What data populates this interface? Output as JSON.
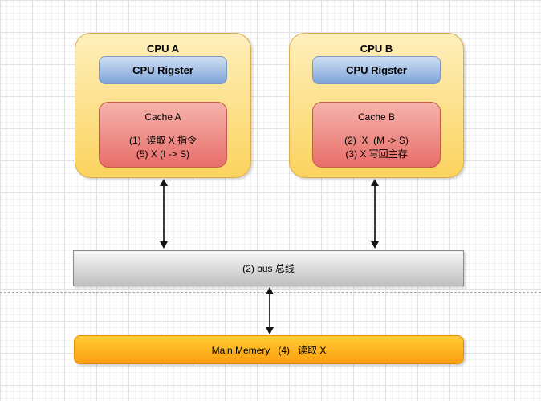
{
  "cpu_a": {
    "title": "CPU A",
    "register_label": "CPU Rigster",
    "cache": {
      "title": "Cache A",
      "lines": [
        "(1)  读取 X 指令",
        "(5) X (I -> S)"
      ]
    }
  },
  "cpu_b": {
    "title": "CPU B",
    "register_label": "CPU Rigster",
    "cache": {
      "title": "Cache B",
      "lines": [
        "(2)  X  (M -> S)",
        "(3) X 写回主存"
      ]
    }
  },
  "bus": {
    "label": "(2) bus 总线"
  },
  "main_memory": {
    "label": "Main Memery   (4)   读取 X"
  },
  "colors": {
    "cpu_block_gradient_top": "#feefbc",
    "cpu_block_gradient_bottom": "#fbd35e",
    "cpu_block_border": "#d9ae4f",
    "register_gradient_top": "#cfdff3",
    "register_gradient_bottom": "#7fa4d8",
    "register_border": "#7d99c1",
    "cache_gradient_top": "#f5b3ac",
    "cache_gradient_bottom": "#e86e69",
    "cache_border": "#c9564f",
    "bus_gradient_top": "#f7f7f7",
    "bus_gradient_bottom": "#bfbfbf",
    "bus_border": "#8a8a8a",
    "memory_gradient_top": "#ffcc34",
    "memory_gradient_bottom": "#fb9e10",
    "memory_border": "#e59000",
    "arrow": "#141414",
    "text": "#000000"
  }
}
